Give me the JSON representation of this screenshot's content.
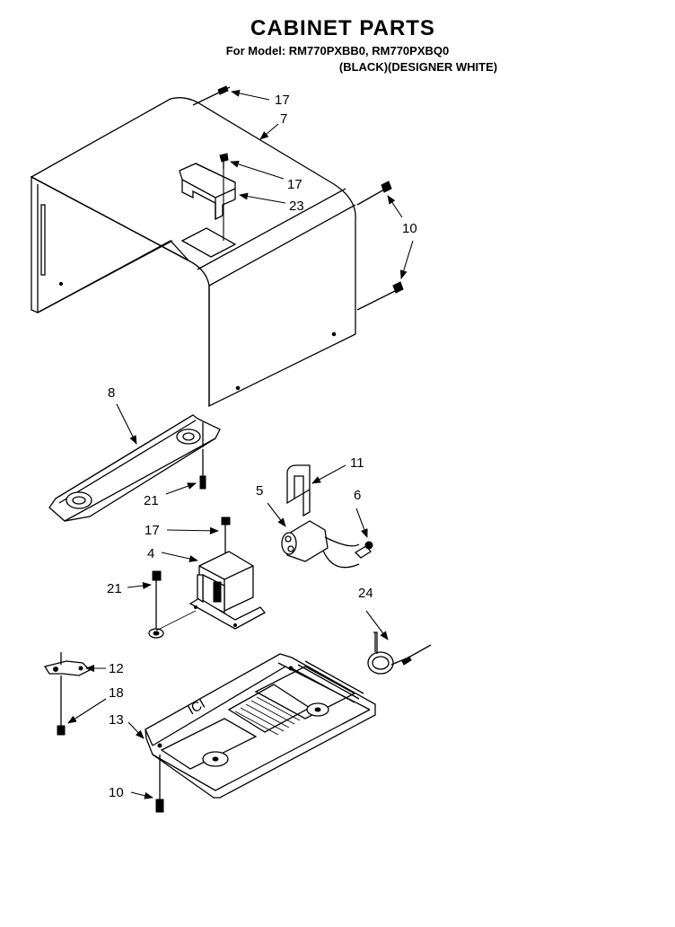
{
  "header": {
    "title": "CABINET PARTS",
    "model_line": "For Model: RM770PXBB0, RM770PXBQ0",
    "color_line": "(BLACK)(DESIGNER WHITE)"
  },
  "callouts": [
    {
      "id": "c17a",
      "label": "17"
    },
    {
      "id": "c7",
      "label": "7"
    },
    {
      "id": "c17b",
      "label": "17"
    },
    {
      "id": "c23",
      "label": "23"
    },
    {
      "id": "c10a",
      "label": "10"
    },
    {
      "id": "c8",
      "label": "8"
    },
    {
      "id": "c11",
      "label": "11"
    },
    {
      "id": "c5",
      "label": "5"
    },
    {
      "id": "c6",
      "label": "6"
    },
    {
      "id": "c21a",
      "label": "21"
    },
    {
      "id": "c17c",
      "label": "17"
    },
    {
      "id": "c4",
      "label": "4"
    },
    {
      "id": "c21b",
      "label": "21"
    },
    {
      "id": "c24",
      "label": "24"
    },
    {
      "id": "c12",
      "label": "12"
    },
    {
      "id": "c18",
      "label": "18"
    },
    {
      "id": "c13",
      "label": "13"
    },
    {
      "id": "c10b",
      "label": "10"
    }
  ],
  "base_marking": "ICI"
}
